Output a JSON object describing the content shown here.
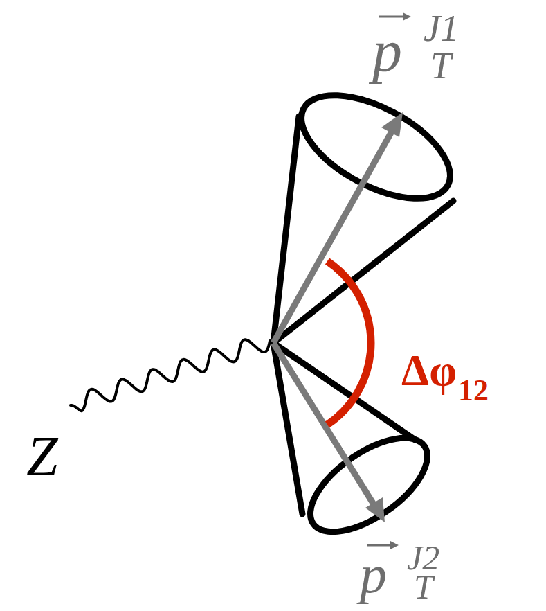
{
  "diagram": {
    "labels": [
      "Z",
      "p",
      "J1",
      "T",
      "p",
      "J2",
      "T",
      "Δφ",
      "12"
    ]
  }
}
